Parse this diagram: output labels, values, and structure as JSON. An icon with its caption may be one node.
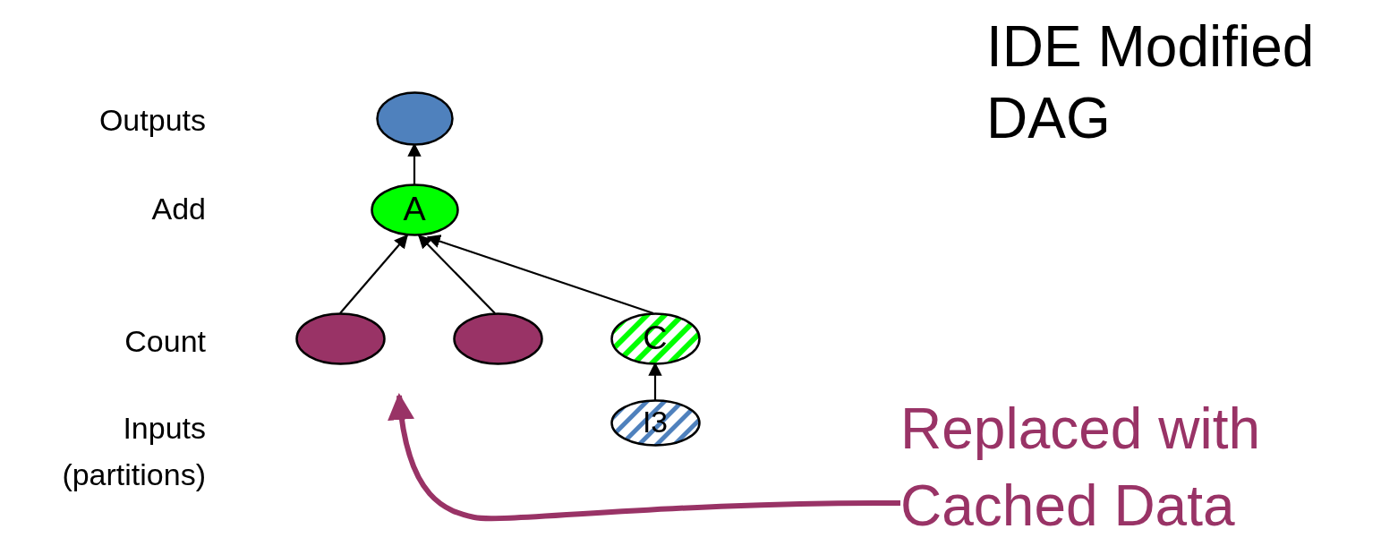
{
  "diagram": {
    "title": "IDE Modified DAG",
    "nodes": [
      {
        "text": [],
        "shape": "ellipse"
      },
      {
        "text": [
          "A"
        ]
      },
      {
        "text": [],
        "shape": "ellipse"
      },
      {
        "text": [],
        "shape": "ellipse"
      },
      {
        "text": [
          "C"
        ]
      },
      {
        "text": [
          "I3"
        ]
      },
      {
        "text": [
          "Replaced with Cached Data"
        ]
      }
    ],
    "edges": [
      {
        "from": 1,
        "to": 0,
        "arrow": "to"
      },
      {
        "from": 2,
        "to": 1,
        "arrow": "to"
      },
      {
        "from": 3,
        "to": 1,
        "arrow": "to"
      },
      {
        "from": 4,
        "to": 1,
        "arrow": "to"
      },
      {
        "from": 5,
        "to": 4,
        "arrow": "to"
      },
      {
        "from": 6,
        "to": null,
        "arrow": "to",
        "style": "thick",
        "color": "#993366"
      }
    ],
    "labels": [
      "Outputs",
      "Add",
      "Count",
      "Inputs (partitions)"
    ]
  }
}
